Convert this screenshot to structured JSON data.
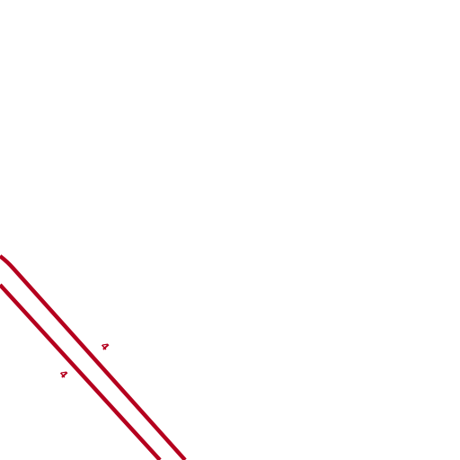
{
  "map": {
    "background_color": "#ffffff",
    "road_color": "#b5001e",
    "roads": [
      {
        "name": "road-upper",
        "ref": "4"
      },
      {
        "name": "road-lower",
        "ref": "4"
      }
    ]
  }
}
